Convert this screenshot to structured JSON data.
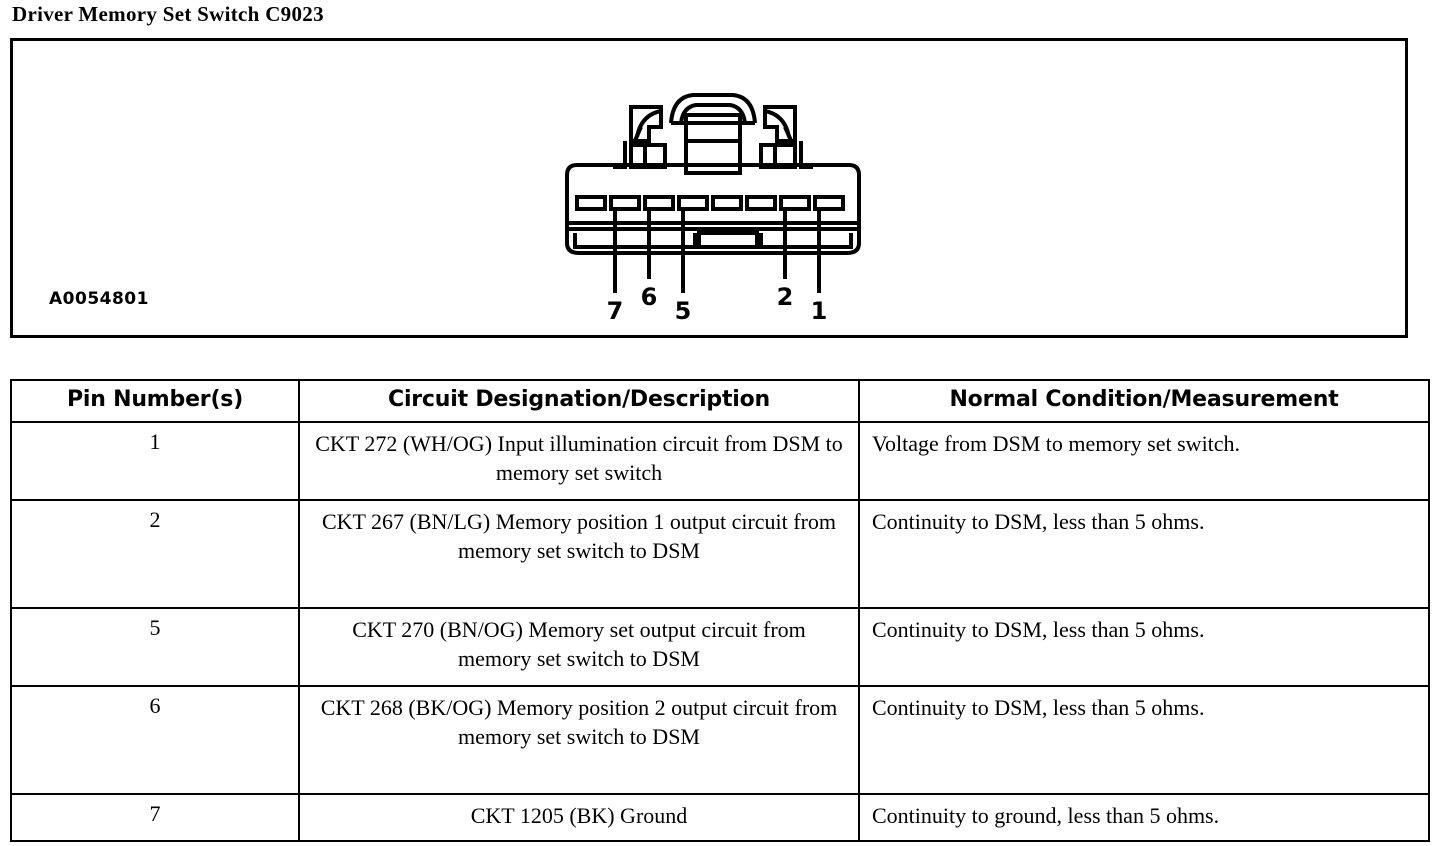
{
  "title": "Driver Memory Set Switch C9023",
  "diagram": {
    "id_label": "A0054801",
    "connector_name": "Driver Memory Set Switch C9023",
    "cavity_count": 8,
    "pin_callouts": [
      {
        "label": "7",
        "cavity_index": 1
      },
      {
        "label": "6",
        "cavity_index": 2
      },
      {
        "label": "5",
        "cavity_index": 3
      },
      {
        "label": "2",
        "cavity_index": 7
      },
      {
        "label": "1",
        "cavity_index": 8
      }
    ]
  },
  "table": {
    "headers": [
      "Pin Number(s)",
      "Circuit Designation/Description",
      "Normal Condition/Measurement"
    ],
    "rows": [
      {
        "pin": "1",
        "circuit": "CKT 272 (WH/OG) Input illumination circuit from DSM to memory set switch",
        "normal": "Voltage from DSM to memory set switch."
      },
      {
        "pin": "2",
        "circuit": "CKT 267 (BN/LG) Memory position 1 output circuit from memory set switch to DSM",
        "normal": "Continuity to DSM, less than 5 ohms."
      },
      {
        "pin": "5",
        "circuit": "CKT 270 (BN/OG) Memory set output circuit from memory set switch to DSM",
        "normal": "Continuity to DSM, less than 5 ohms."
      },
      {
        "pin": "6",
        "circuit": "CKT 268 (BK/OG) Memory position 2 output circuit from memory set switch to DSM",
        "normal": "Continuity to DSM, less than 5 ohms."
      },
      {
        "pin": "7",
        "circuit": "CKT 1205 (BK) Ground",
        "normal": "Continuity to ground, less than 5 ohms."
      }
    ]
  },
  "colors": {
    "ink": "#000000",
    "paper": "#ffffff"
  }
}
